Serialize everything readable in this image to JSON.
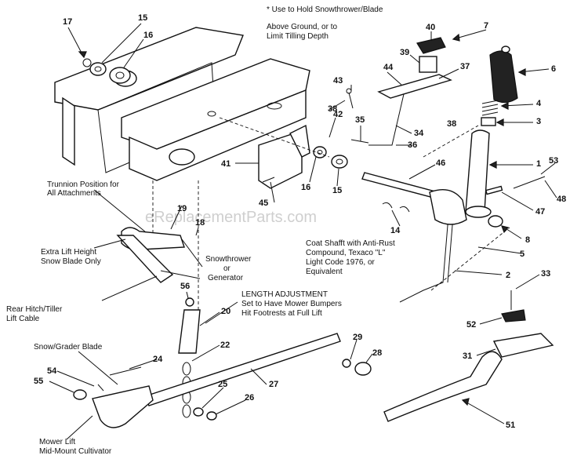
{
  "watermark": "eReplacementParts.com",
  "notes": {
    "use_hold_1": "* Use to Hold Snowthrower/Blade",
    "use_hold_2": "Above Ground, or to",
    "use_hold_3": "Limit Tilling Depth",
    "trunnion_1": "Trunnion Position for",
    "trunnion_2": "All Attachments",
    "extra_lift_1": "Extra Lift Height",
    "extra_lift_2": "Snow Blade Only",
    "snowthrower_1": "Snowthrower",
    "snowthrower_2": "or",
    "snowthrower_3": "Generator",
    "rear_hitch_1": "Rear Hitch/Tiller",
    "rear_hitch_2": "Lift Cable",
    "coat_1": "Coat Shafft with Anti-Rust",
    "coat_2": "Compound, Texaco \"L\"",
    "coat_3": "Light Code 1976, or",
    "coat_4": "Equivalent",
    "length_1": "LENGTH ADJUSTMENT",
    "length_2": "Set to Have Mower Bumpers",
    "length_3": "Hit Footrests at Full Lift",
    "snow_grader": "Snow/Grader Blade",
    "mower_lift_1": "Mower Lift",
    "mower_lift_2": "Mid-Mount Cultivator"
  },
  "callouts": {
    "c17": "17",
    "c15a": "15",
    "c16a": "16",
    "c40": "40",
    "c7": "7",
    "c39": "39",
    "c44": "44",
    "c37": "37",
    "c6": "6",
    "c43": "43",
    "c38a": "38",
    "c38b": "38",
    "c4": "4",
    "c3": "3",
    "c42": "42",
    "c35": "35",
    "c34": "34",
    "c36": "36",
    "c1": "1",
    "c41": "41",
    "c46": "46",
    "c53": "53",
    "c16b": "16",
    "c15b": "15",
    "c45": "45",
    "c47": "47",
    "c48": "48",
    "c19": "19",
    "c18": "18",
    "c14": "14",
    "c8": "8",
    "c5": "5",
    "c2": "2",
    "c33": "33",
    "c56": "56",
    "c20": "20",
    "c52": "52",
    "c22": "22",
    "c29": "29",
    "c28": "28",
    "c31": "31",
    "c24": "24",
    "c54": "54",
    "c55": "55",
    "c27": "27",
    "c25": "25",
    "c26": "26",
    "c51": "51"
  }
}
